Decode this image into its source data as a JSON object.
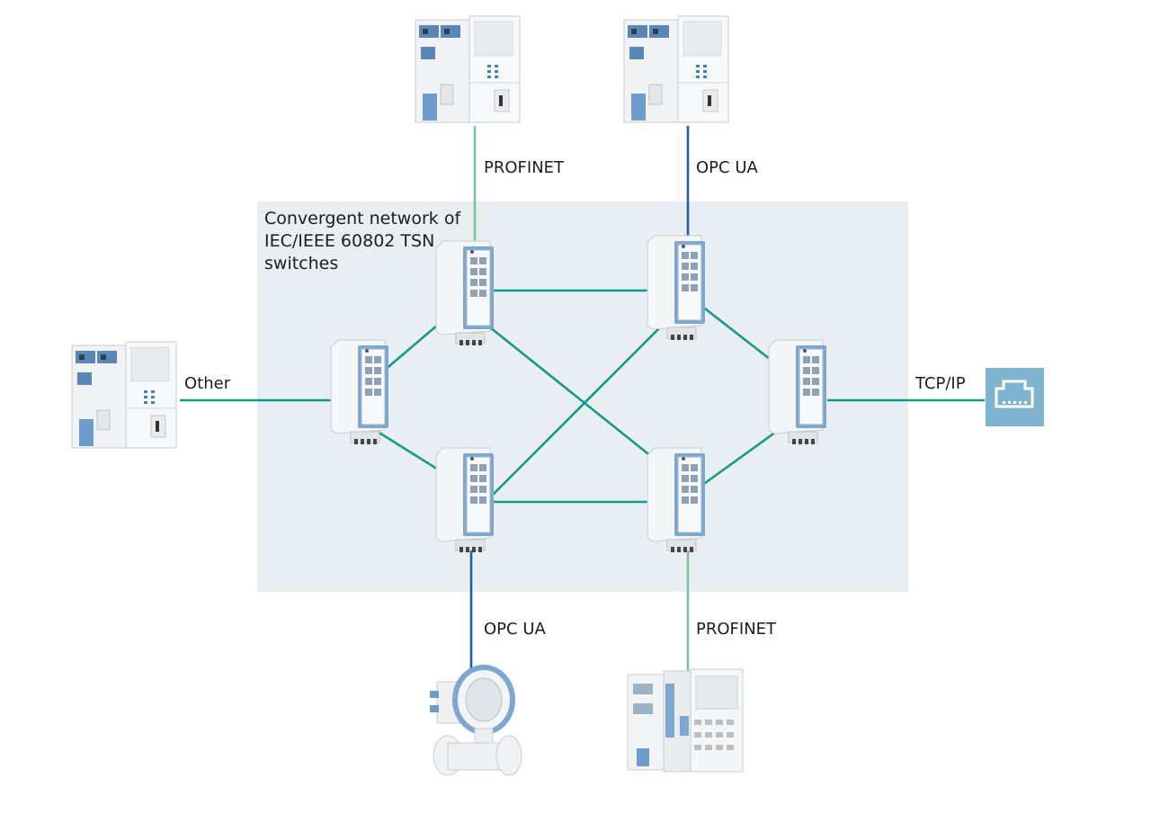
{
  "network_area_label": [
    "Convergent network of",
    "IEC/IEEE 60802 TSN",
    "switches"
  ],
  "links": {
    "top_left": "PROFINET",
    "top_right": "OPC UA",
    "left": "Other",
    "right": "TCP/IP",
    "bottom_left": "OPC UA",
    "bottom_right": "PROFINET"
  },
  "colors": {
    "network_bg": "#e8eef2",
    "tsn_link": "#14998c",
    "profinet_link": "#7bc39a",
    "opcua_link": "#1f5fa6",
    "accent_blue": "#7da7cf",
    "tcpip_icon_bg": "#7eb4cf"
  },
  "icons": {
    "tsn_switch": "tsn-switch-icon",
    "controller": "plc-controller-icon",
    "flowmeter": "flowmeter-icon",
    "io_module": "io-module-icon",
    "tcpip": "ethernet-port-icon"
  }
}
